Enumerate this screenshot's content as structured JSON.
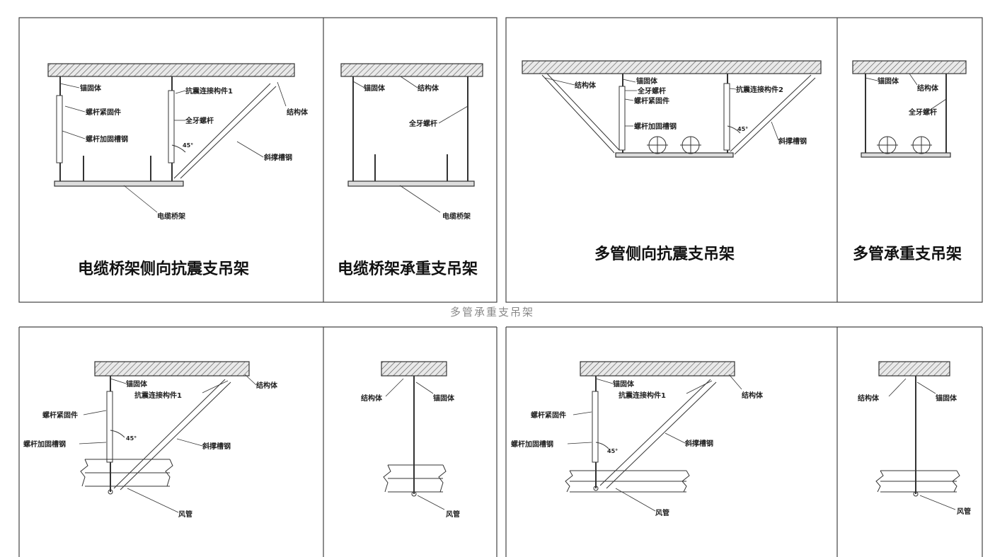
{
  "top": {
    "panel1": {
      "caption": "电缆桥架侧向抗震支吊架",
      "labels": {
        "anchor": "锚固体",
        "fastener": "螺杆紧固件",
        "reinforce": "螺杆加固槽钢",
        "connector": "抗震连接构件1",
        "structure": "结构体",
        "full_thread": "全牙螺杆",
        "angle": "45°",
        "brace": "斜撑槽钢",
        "tray": "电缆桥架"
      }
    },
    "panel2": {
      "caption": "电缆桥架承重支吊架",
      "labels": {
        "anchor": "锚固体",
        "structure": "结构体",
        "full_thread": "全牙螺杆",
        "tray": "电缆桥架"
      }
    },
    "panel3": {
      "caption": "多管侧向抗震支吊架",
      "labels": {
        "structure": "结构体",
        "anchor": "锚固体",
        "full_thread": "全牙螺杆",
        "fastener": "螺杆紧固件",
        "reinforce": "螺杆加固槽钢",
        "connector": "抗震连接构件2",
        "angle": "45°",
        "brace": "斜撑槽钢"
      }
    },
    "panel4": {
      "caption": "多管承重支吊架",
      "labels": {
        "anchor": "锚固体",
        "structure": "结构体",
        "full_thread": "全牙螺杆"
      }
    }
  },
  "middle_caption": "多管承重支吊架",
  "bottom": {
    "panel5": {
      "labels": {
        "anchor": "锚固体",
        "connector": "抗震连接构件1",
        "structure": "结构体",
        "fastener": "螺杆紧固件",
        "reinforce": "螺杆加固槽钢",
        "angle": "45°",
        "brace": "斜撑槽钢",
        "duct": "风管"
      }
    },
    "panel6": {
      "labels": {
        "structure": "结构体",
        "anchor": "锚固体",
        "duct": "风管"
      }
    },
    "panel7": {
      "labels": {
        "anchor": "锚固体",
        "connector": "抗震连接构件1",
        "structure": "结构体",
        "fastener": "螺杆紧固件",
        "reinforce": "螺杆加固槽钢",
        "angle": "45°",
        "brace": "斜撑槽钢",
        "duct": "风管"
      }
    },
    "panel8": {
      "labels": {
        "structure": "结构体",
        "anchor": "锚固体",
        "duct": "风管"
      }
    }
  }
}
